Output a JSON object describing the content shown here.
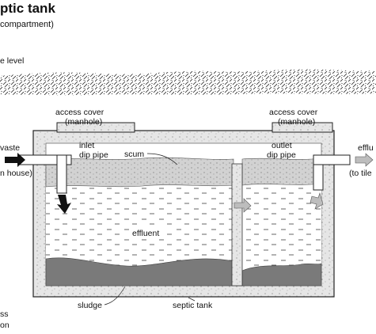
{
  "header": {
    "title": "ptic tank",
    "subtitle": " compartment)"
  },
  "labels": {
    "ground_level": "e level",
    "access_cover_left": [
      "access cover",
      "(manhole)"
    ],
    "access_cover_right": [
      "access cover",
      "(manhole)"
    ],
    "waste_in": [
      "vaste",
      "n house)"
    ],
    "inlet_pipe": [
      "inlet",
      "dip pipe"
    ],
    "scum": "scum",
    "outlet_pipe": [
      "outlet",
      "dip pipe"
    ],
    "effluent_out": [
      "efflu",
      "(to tile"
    ],
    "effluent": "effluent",
    "sludge": "sludge",
    "septic_tank": "septic tank",
    "bottom_left": [
      "ss",
      "on"
    ]
  },
  "colors": {
    "concrete": "#e6e6e6",
    "scum": "#cfcfcf",
    "sludge": "#7a7a7a",
    "arrow_dark": "#111111",
    "arrow_light": "#bdbdbd"
  }
}
